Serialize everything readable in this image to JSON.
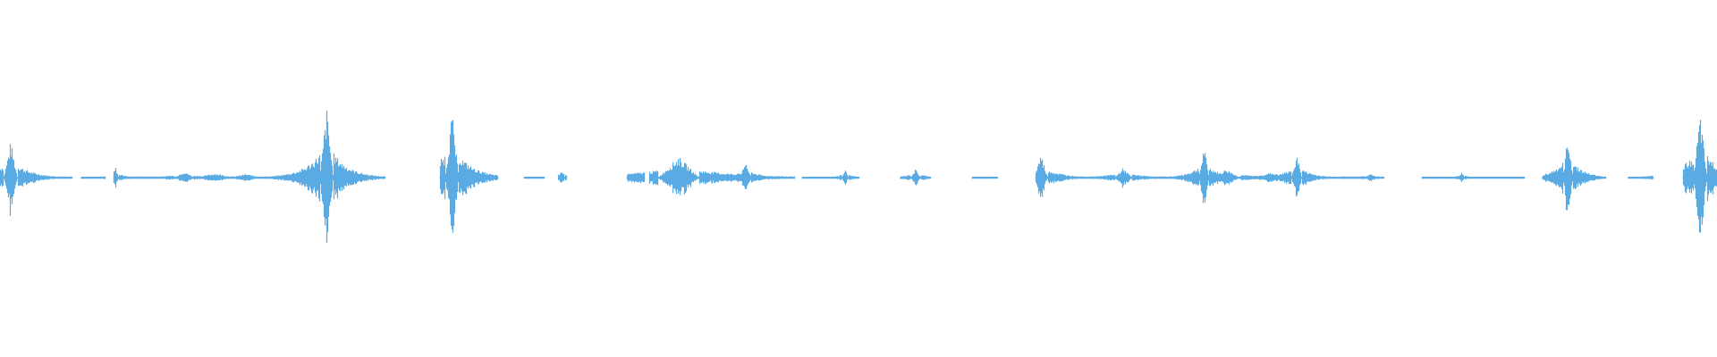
{
  "waveform": {
    "color": "#5aabe3",
    "background": "#ffffff",
    "duration_fraction_segments": [
      {
        "start": 0.0,
        "end": 0.042,
        "level": "active"
      },
      {
        "start": 0.047,
        "end": 0.061,
        "level": "quiet"
      },
      {
        "start": 0.066,
        "end": 0.224,
        "level": "active"
      },
      {
        "start": 0.256,
        "end": 0.29,
        "level": "active"
      },
      {
        "start": 0.305,
        "end": 0.317,
        "level": "quiet"
      },
      {
        "start": 0.325,
        "end": 0.33,
        "level": "quiet"
      },
      {
        "start": 0.365,
        "end": 0.375,
        "level": "quiet"
      },
      {
        "start": 0.378,
        "end": 0.463,
        "level": "active"
      },
      {
        "start": 0.467,
        "end": 0.5,
        "level": "quiet"
      },
      {
        "start": 0.524,
        "end": 0.542,
        "level": "quiet"
      },
      {
        "start": 0.566,
        "end": 0.581,
        "level": "quiet"
      },
      {
        "start": 0.603,
        "end": 0.806,
        "level": "active"
      },
      {
        "start": 0.828,
        "end": 0.888,
        "level": "quiet"
      },
      {
        "start": 0.898,
        "end": 0.935,
        "level": "active"
      },
      {
        "start": 0.948,
        "end": 0.963,
        "level": "quiet"
      },
      {
        "start": 0.98,
        "end": 1.0,
        "level": "active"
      }
    ],
    "peaks": [
      {
        "position": 0.006,
        "amplitude": 0.52,
        "width": 0.004
      },
      {
        "position": 0.067,
        "amplitude": 0.16,
        "width": 0.002
      },
      {
        "position": 0.107,
        "amplitude": 0.09,
        "width": 0.006
      },
      {
        "position": 0.125,
        "amplitude": 0.06,
        "width": 0.012
      },
      {
        "position": 0.143,
        "amplitude": 0.05,
        "width": 0.01
      },
      {
        "position": 0.19,
        "amplitude": 1.0,
        "width": 0.004
      },
      {
        "position": 0.263,
        "amplitude": 0.94,
        "width": 0.004
      },
      {
        "position": 0.327,
        "amplitude": 0.12,
        "width": 0.002
      },
      {
        "position": 0.395,
        "amplitude": 0.3,
        "width": 0.012
      },
      {
        "position": 0.434,
        "amplitude": 0.25,
        "width": 0.003
      },
      {
        "position": 0.492,
        "amplitude": 0.12,
        "width": 0.002
      },
      {
        "position": 0.533,
        "amplitude": 0.12,
        "width": 0.003
      },
      {
        "position": 0.606,
        "amplitude": 0.34,
        "width": 0.004
      },
      {
        "position": 0.654,
        "amplitude": 0.14,
        "width": 0.005
      },
      {
        "position": 0.701,
        "amplitude": 0.44,
        "width": 0.003
      },
      {
        "position": 0.714,
        "amplitude": 0.12,
        "width": 0.008
      },
      {
        "position": 0.74,
        "amplitude": 0.07,
        "width": 0.012
      },
      {
        "position": 0.755,
        "amplitude": 0.36,
        "width": 0.003
      },
      {
        "position": 0.798,
        "amplitude": 0.06,
        "width": 0.004
      },
      {
        "position": 0.851,
        "amplitude": 0.08,
        "width": 0.002
      },
      {
        "position": 0.913,
        "amplitude": 0.62,
        "width": 0.003
      },
      {
        "position": 0.99,
        "amplitude": 0.9,
        "width": 0.004
      },
      {
        "position": 0.998,
        "amplitude": 0.22,
        "width": 0.004
      }
    ]
  }
}
